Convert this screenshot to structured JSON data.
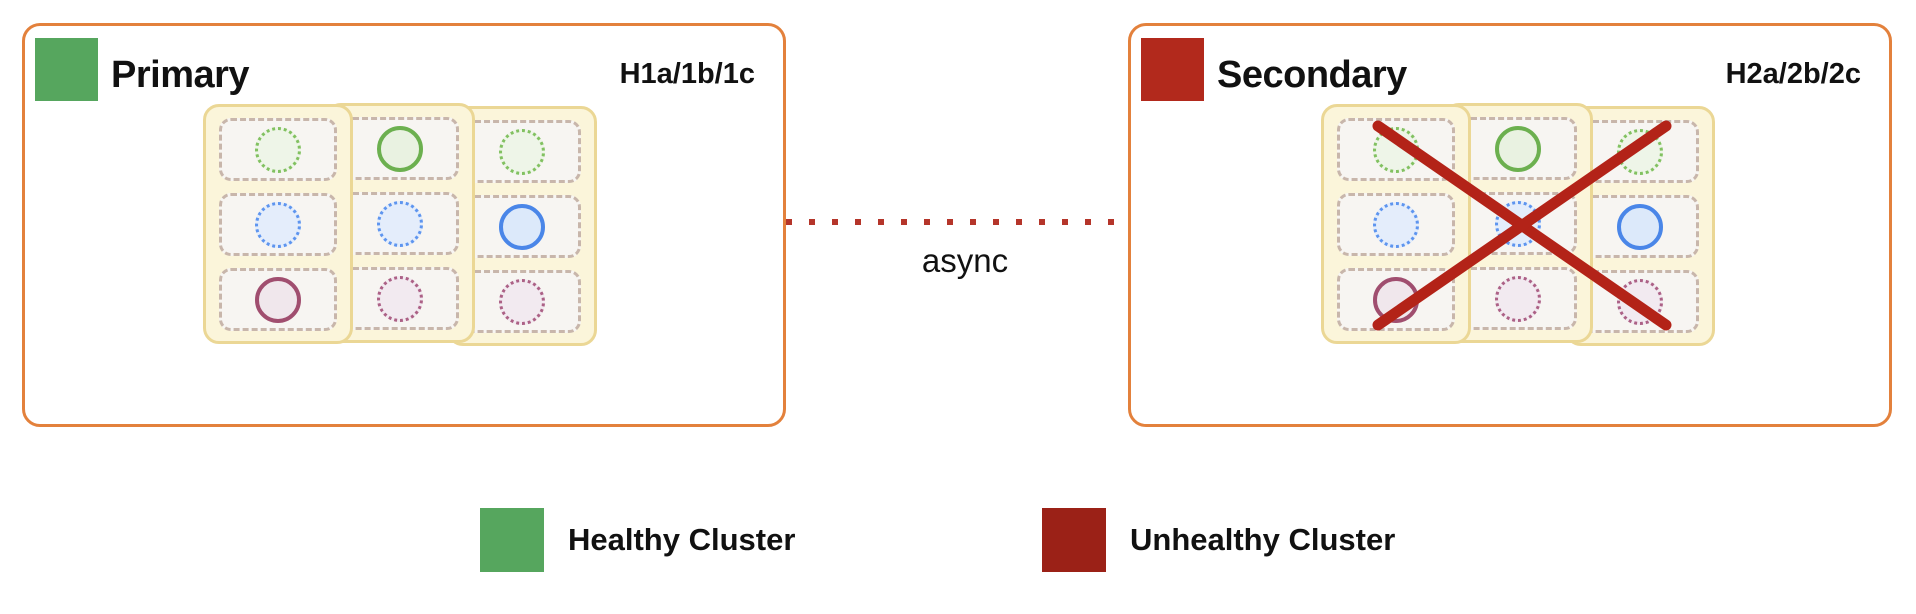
{
  "clusters": [
    {
      "id": "primary",
      "title": "Primary",
      "host_label": "H1a/1b/1c",
      "health": "healthy",
      "badge_color": "#56A65E",
      "crossed_out": false
    },
    {
      "id": "secondary",
      "title": "Secondary",
      "host_label": "H2a/2b/2c",
      "health": "unhealthy",
      "badge_color": "#B2291C",
      "crossed_out": true
    }
  ],
  "grid_pattern": {
    "description": "3 availability-zone columns x 3 shard rows; solid circle = active node, dotted circle = replica placeholder",
    "columns": [
      [
        "green-dot",
        "blue-dot",
        "maroon-solid"
      ],
      [
        "green-solid",
        "blue-dot",
        "maroon-dot"
      ],
      [
        "green-dot",
        "blue-solid",
        "maroon-dot"
      ]
    ]
  },
  "connection": {
    "label": "async",
    "line_style": "dotted",
    "line_color": "#B5352A"
  },
  "legend": {
    "items": [
      {
        "label": "Healthy Cluster",
        "color": "#56A65E"
      },
      {
        "label": "Unhealthy Cluster",
        "color": "#9B2117"
      }
    ]
  },
  "colors": {
    "cluster_border": "#E3813C",
    "zone_fill": "#FBF5DA",
    "zone_border": "#EBD795",
    "cell_fill": "#F7F5F2",
    "cell_border": "#C8B6AB",
    "cross": "#B32318",
    "node_green": "#6CB04F",
    "node_blue": "#4A86E8",
    "node_maroon": "#A04E6F"
  }
}
